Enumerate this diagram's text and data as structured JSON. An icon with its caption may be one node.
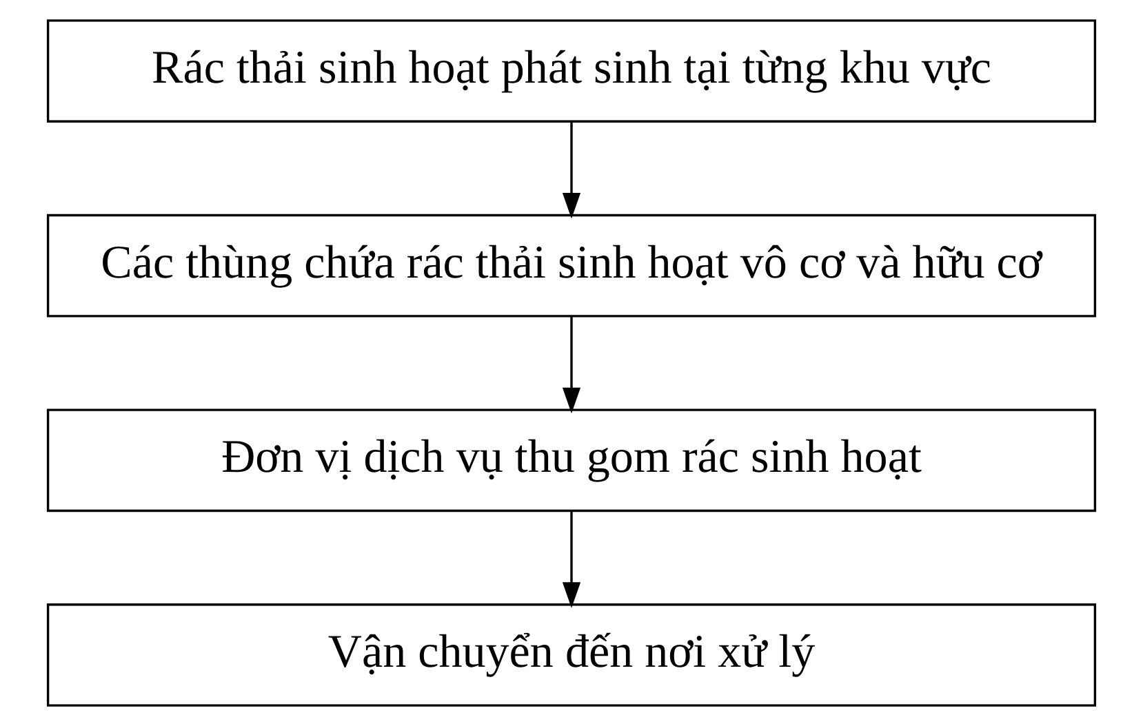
{
  "diagram": {
    "nodes": [
      {
        "text": [
          "Rác thải sinh hoạt phát sinh tại từng khu vực"
        ]
      },
      {
        "text": [
          "Các thùng chứa rác thải sinh hoạt vô cơ và hữu cơ"
        ]
      },
      {
        "text": [
          "Đơn vị dịch vụ thu gom rác sinh hoạt"
        ]
      },
      {
        "text": [
          "Vận chuyển đến nơi xử lý"
        ]
      }
    ],
    "edges": [
      {
        "from": 0,
        "to": 1,
        "arrow": "to"
      },
      {
        "from": 1,
        "to": 2,
        "arrow": "to"
      },
      {
        "from": 2,
        "to": 3,
        "arrow": "to"
      }
    ]
  }
}
